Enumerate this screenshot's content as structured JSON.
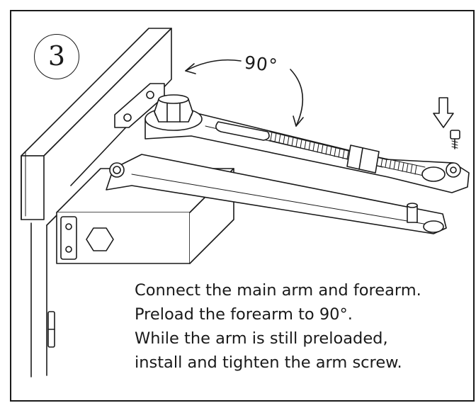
{
  "step": {
    "number": "3"
  },
  "angle": {
    "label": "90°"
  },
  "instructions": {
    "line1": "Connect the main arm and forearm.",
    "line2": "Preload the forearm to 90°.",
    "line3": "While the arm is still preloaded,",
    "line4": "install and tighten the arm screw."
  },
  "colors": {
    "ink": "#1a1a1a",
    "background": "#ffffff"
  },
  "icons": [
    "step-circle",
    "rotation-arrow",
    "down-arrow-icon",
    "arm-screw",
    "hexagon-bolt",
    "door-hinge"
  ]
}
